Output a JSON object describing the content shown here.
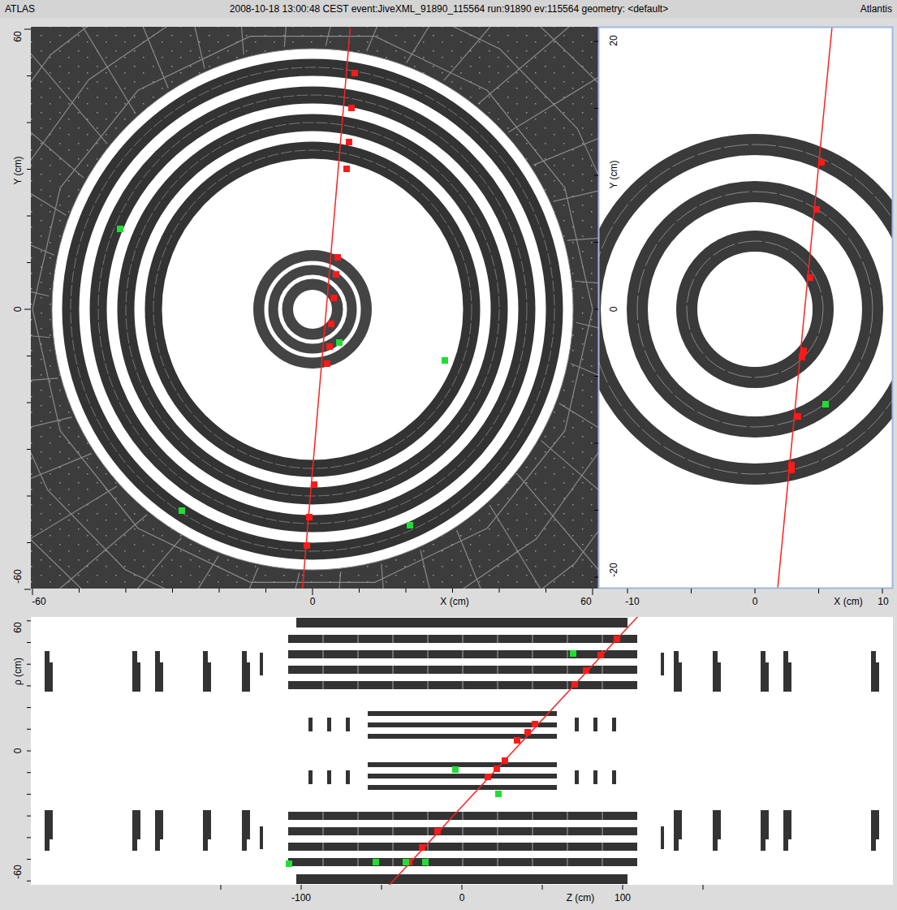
{
  "diagram": {
    "labels": [
      "ATLAS",
      "2008-10-18 13:00:48 CEST event:JiveXML_91890_115564 run:91890 ev:115564 geometry: <default>",
      "Atlantis",
      "60",
      "Y (cm)",
      "0",
      "-60",
      "-60",
      "0",
      "X (cm)",
      "60",
      "20",
      "Y (cm)",
      "0",
      "-20",
      "-10",
      "0",
      "X (cm)",
      "10",
      "60",
      "ρ (cm)",
      "0",
      "-60",
      "-100",
      "0",
      "Z (cm)",
      "100"
    ]
  }
}
